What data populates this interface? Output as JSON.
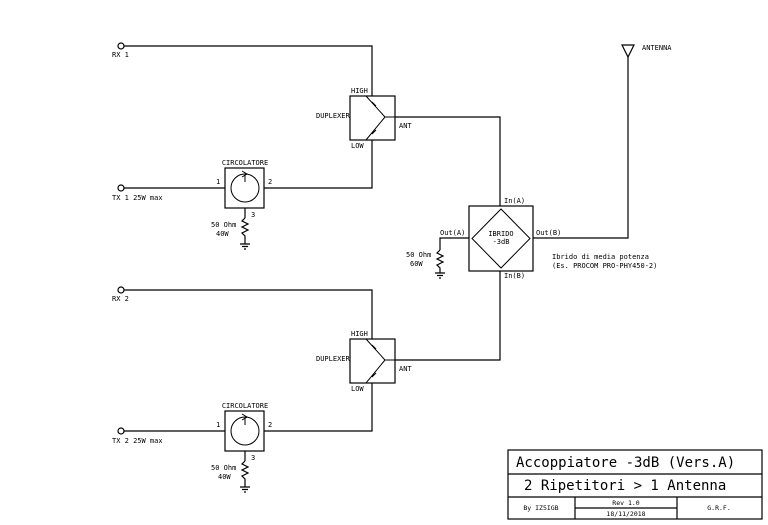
{
  "ports": {
    "rx1": "RX 1",
    "rx2": "RX 2",
    "tx1": "TX 1 25W max",
    "tx2": "TX 2 25W max",
    "antenna": "ANTENNA"
  },
  "duplexer": {
    "name": "DUPLEXER",
    "high": "HIGH",
    "low": "LOW",
    "ant": "ANT"
  },
  "circulator": {
    "name": "CIRCOLATORE",
    "p1": "1",
    "p2": "2",
    "p3": "3"
  },
  "terminator": {
    "ohm": "50 Ohm",
    "watt_40": "40W",
    "watt_60": "60W"
  },
  "hybrid": {
    "label_1": "IBRIDO",
    "label_2": "-3dB",
    "in_a": "In(A)",
    "in_b": "In(B)",
    "out_a": "Out(A)",
    "out_b": "Out(B)",
    "note_1": "Ibrido di media potenza",
    "note_2": "(Es. PROCOM PRO-PHY450-2)"
  },
  "title_block": {
    "title": "Accoppiatore -3dB (Vers.A)",
    "subtitle": "2 Ripetitori > 1 Antenna",
    "author": "By IZ5IGB",
    "rev": "Rev 1.0",
    "date": "18/11/2018",
    "initials": "G.R.F."
  }
}
